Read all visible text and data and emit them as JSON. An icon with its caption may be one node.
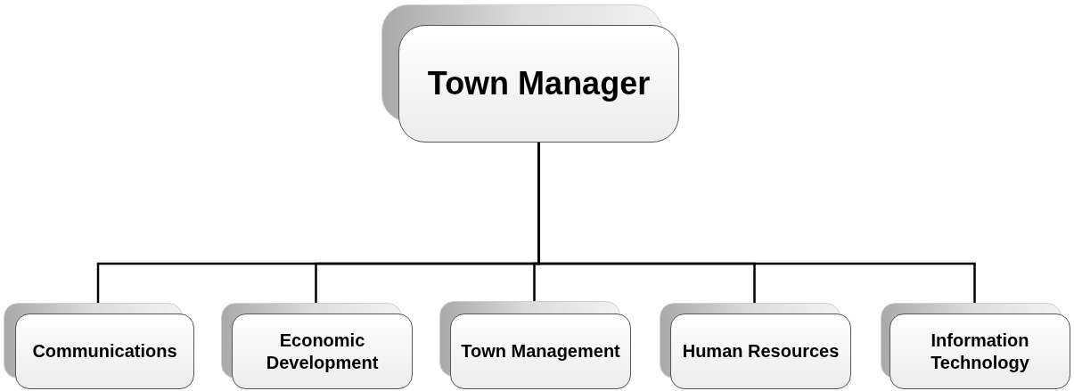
{
  "diagram": {
    "nodes": [
      {
        "text": [
          "Town Manager"
        ]
      },
      {
        "text": [
          "Communications"
        ]
      },
      {
        "text": [
          "Economic Development"
        ]
      },
      {
        "text": [
          "Town Management"
        ]
      },
      {
        "text": [
          "Human Resources"
        ]
      },
      {
        "text": [
          "Information Technology"
        ]
      }
    ],
    "edges": [
      {
        "from": 0,
        "to": 1,
        "arrow": "none"
      },
      {
        "from": 0,
        "to": 2,
        "arrow": "none"
      },
      {
        "from": 0,
        "to": 3,
        "arrow": "none"
      },
      {
        "from": 0,
        "to": 4,
        "arrow": "none"
      },
      {
        "from": 0,
        "to": 5,
        "arrow": "none"
      }
    ]
  }
}
